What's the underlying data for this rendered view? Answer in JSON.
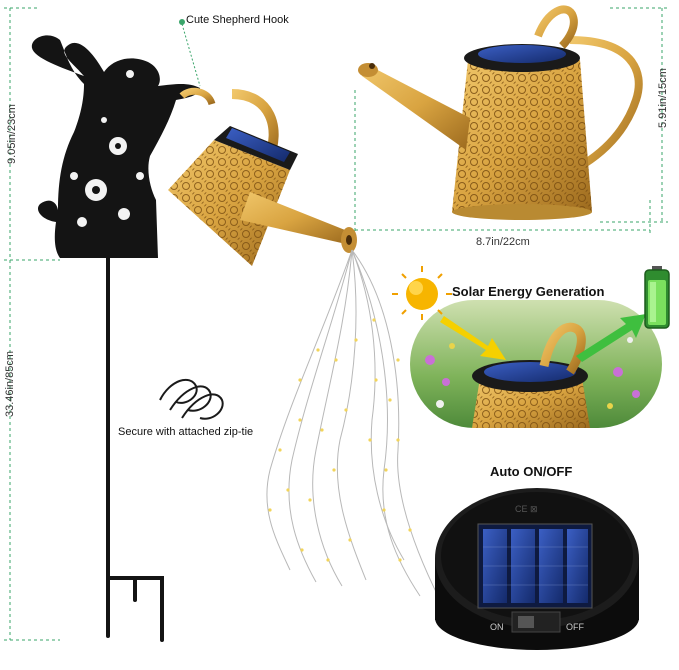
{
  "labels": {
    "hook": "Cute Shepherd Hook",
    "solar": "Solar Energy Generation",
    "zip": "Secure with attached zip-tie",
    "auto": "Auto ON/OFF"
  },
  "dimensions": {
    "height_top": "9.05in/23cm",
    "height_bottom": "33.46in/85cm",
    "can_height": "5.91in/15cm",
    "can_width": "8.7in/22cm"
  },
  "switch": {
    "on": "ON",
    "off": "OFF"
  },
  "colors": {
    "gold": "#d9a441",
    "gold_dark": "#9c6a1e",
    "black": "#141414",
    "panel": "#1f3a8a",
    "green": "#3fbf3f",
    "yellow": "#f5d000"
  }
}
